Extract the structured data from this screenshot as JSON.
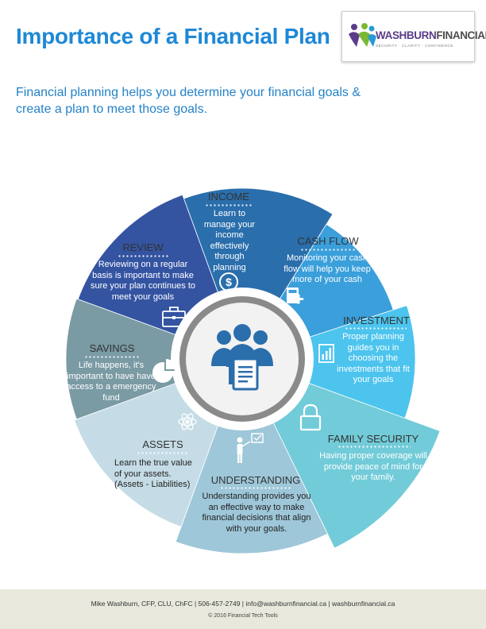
{
  "header": {
    "title": "Importance of a Financial Plan",
    "logo": {
      "name_prefix": "WASHBURN",
      "name_suffix": "FINANCIAL",
      "tagline": "SECURITY · CLARITY · CONFIDENCE"
    }
  },
  "intro": {
    "text": "Financial planning helps you determine your financial goals & create a plan to meet those goals."
  },
  "colors": {
    "title_blue": "#1e88d6",
    "income": "#2a6eac",
    "cash_flow": "#3a9fdb",
    "investment": "#4cc4ee",
    "family_security": "#72cbd8",
    "understanding": "#9ec7d9",
    "assets": "#c5dce6",
    "savings": "#7a9aa4",
    "review": "#3454a2"
  },
  "segments": {
    "income": {
      "title": "INCOME",
      "text": "Learn to manage your income effectively through planning",
      "icon": "dollar-icon"
    },
    "cash_flow": {
      "title": "CASH FLOW",
      "text": "Monitoring your cash flow will help you keep more of your cash",
      "icon": "calculator-icon"
    },
    "investment": {
      "title": "INVESTMENT",
      "text": "Proper planning guides you in choosing the investments that fit your goals",
      "icon": "chart-icon"
    },
    "family_security": {
      "title": "FAMILY SECURITY",
      "text": "Having proper coverage will provide peace of mind for your family.",
      "icon": "lock-icon"
    },
    "understanding": {
      "title": "UNDERSTANDING",
      "text": "Understanding provides you an effective way to make financial decisions that align with your goals.",
      "icon": "presenter-icon"
    },
    "assets": {
      "title": "ASSETS",
      "text": "Learn the true value of your assets. (Assets - Liabilities)",
      "icon": "atom-icon"
    },
    "savings": {
      "title": "SAVINGS",
      "text": "Life happens, it's important to have have access to a emergency fund",
      "icon": "pie-chart-icon"
    },
    "review": {
      "title": "REVIEW",
      "text": "Reviewing on a regular basis is important to make sure your plan continues to meet your goals",
      "icon": "briefcase-icon"
    }
  },
  "center": {
    "icon": "people-document-icon"
  },
  "footer": {
    "contact": "Mike Washburn, CFP, CLU, ChFC | 506-457-2749 | info@washburnfinancial.ca | washburnfinancial.ca",
    "copyright": "© 2016 Financial Tech Tools"
  }
}
